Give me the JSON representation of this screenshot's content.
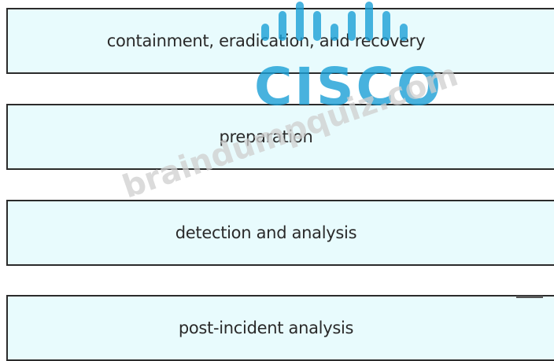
{
  "items": [
    {
      "label": "containment, eradication, and recovery"
    },
    {
      "label": "preparation"
    },
    {
      "label": "detection and analysis"
    },
    {
      "label": "post-incident analysis"
    }
  ],
  "watermark": {
    "logo_text": "CISCO",
    "url_text": "braindumpquiz.com",
    "logo_color": "#1ba0d7"
  },
  "colors": {
    "box_fill": "#e8fbfd",
    "box_border": "#2b2b2b"
  }
}
